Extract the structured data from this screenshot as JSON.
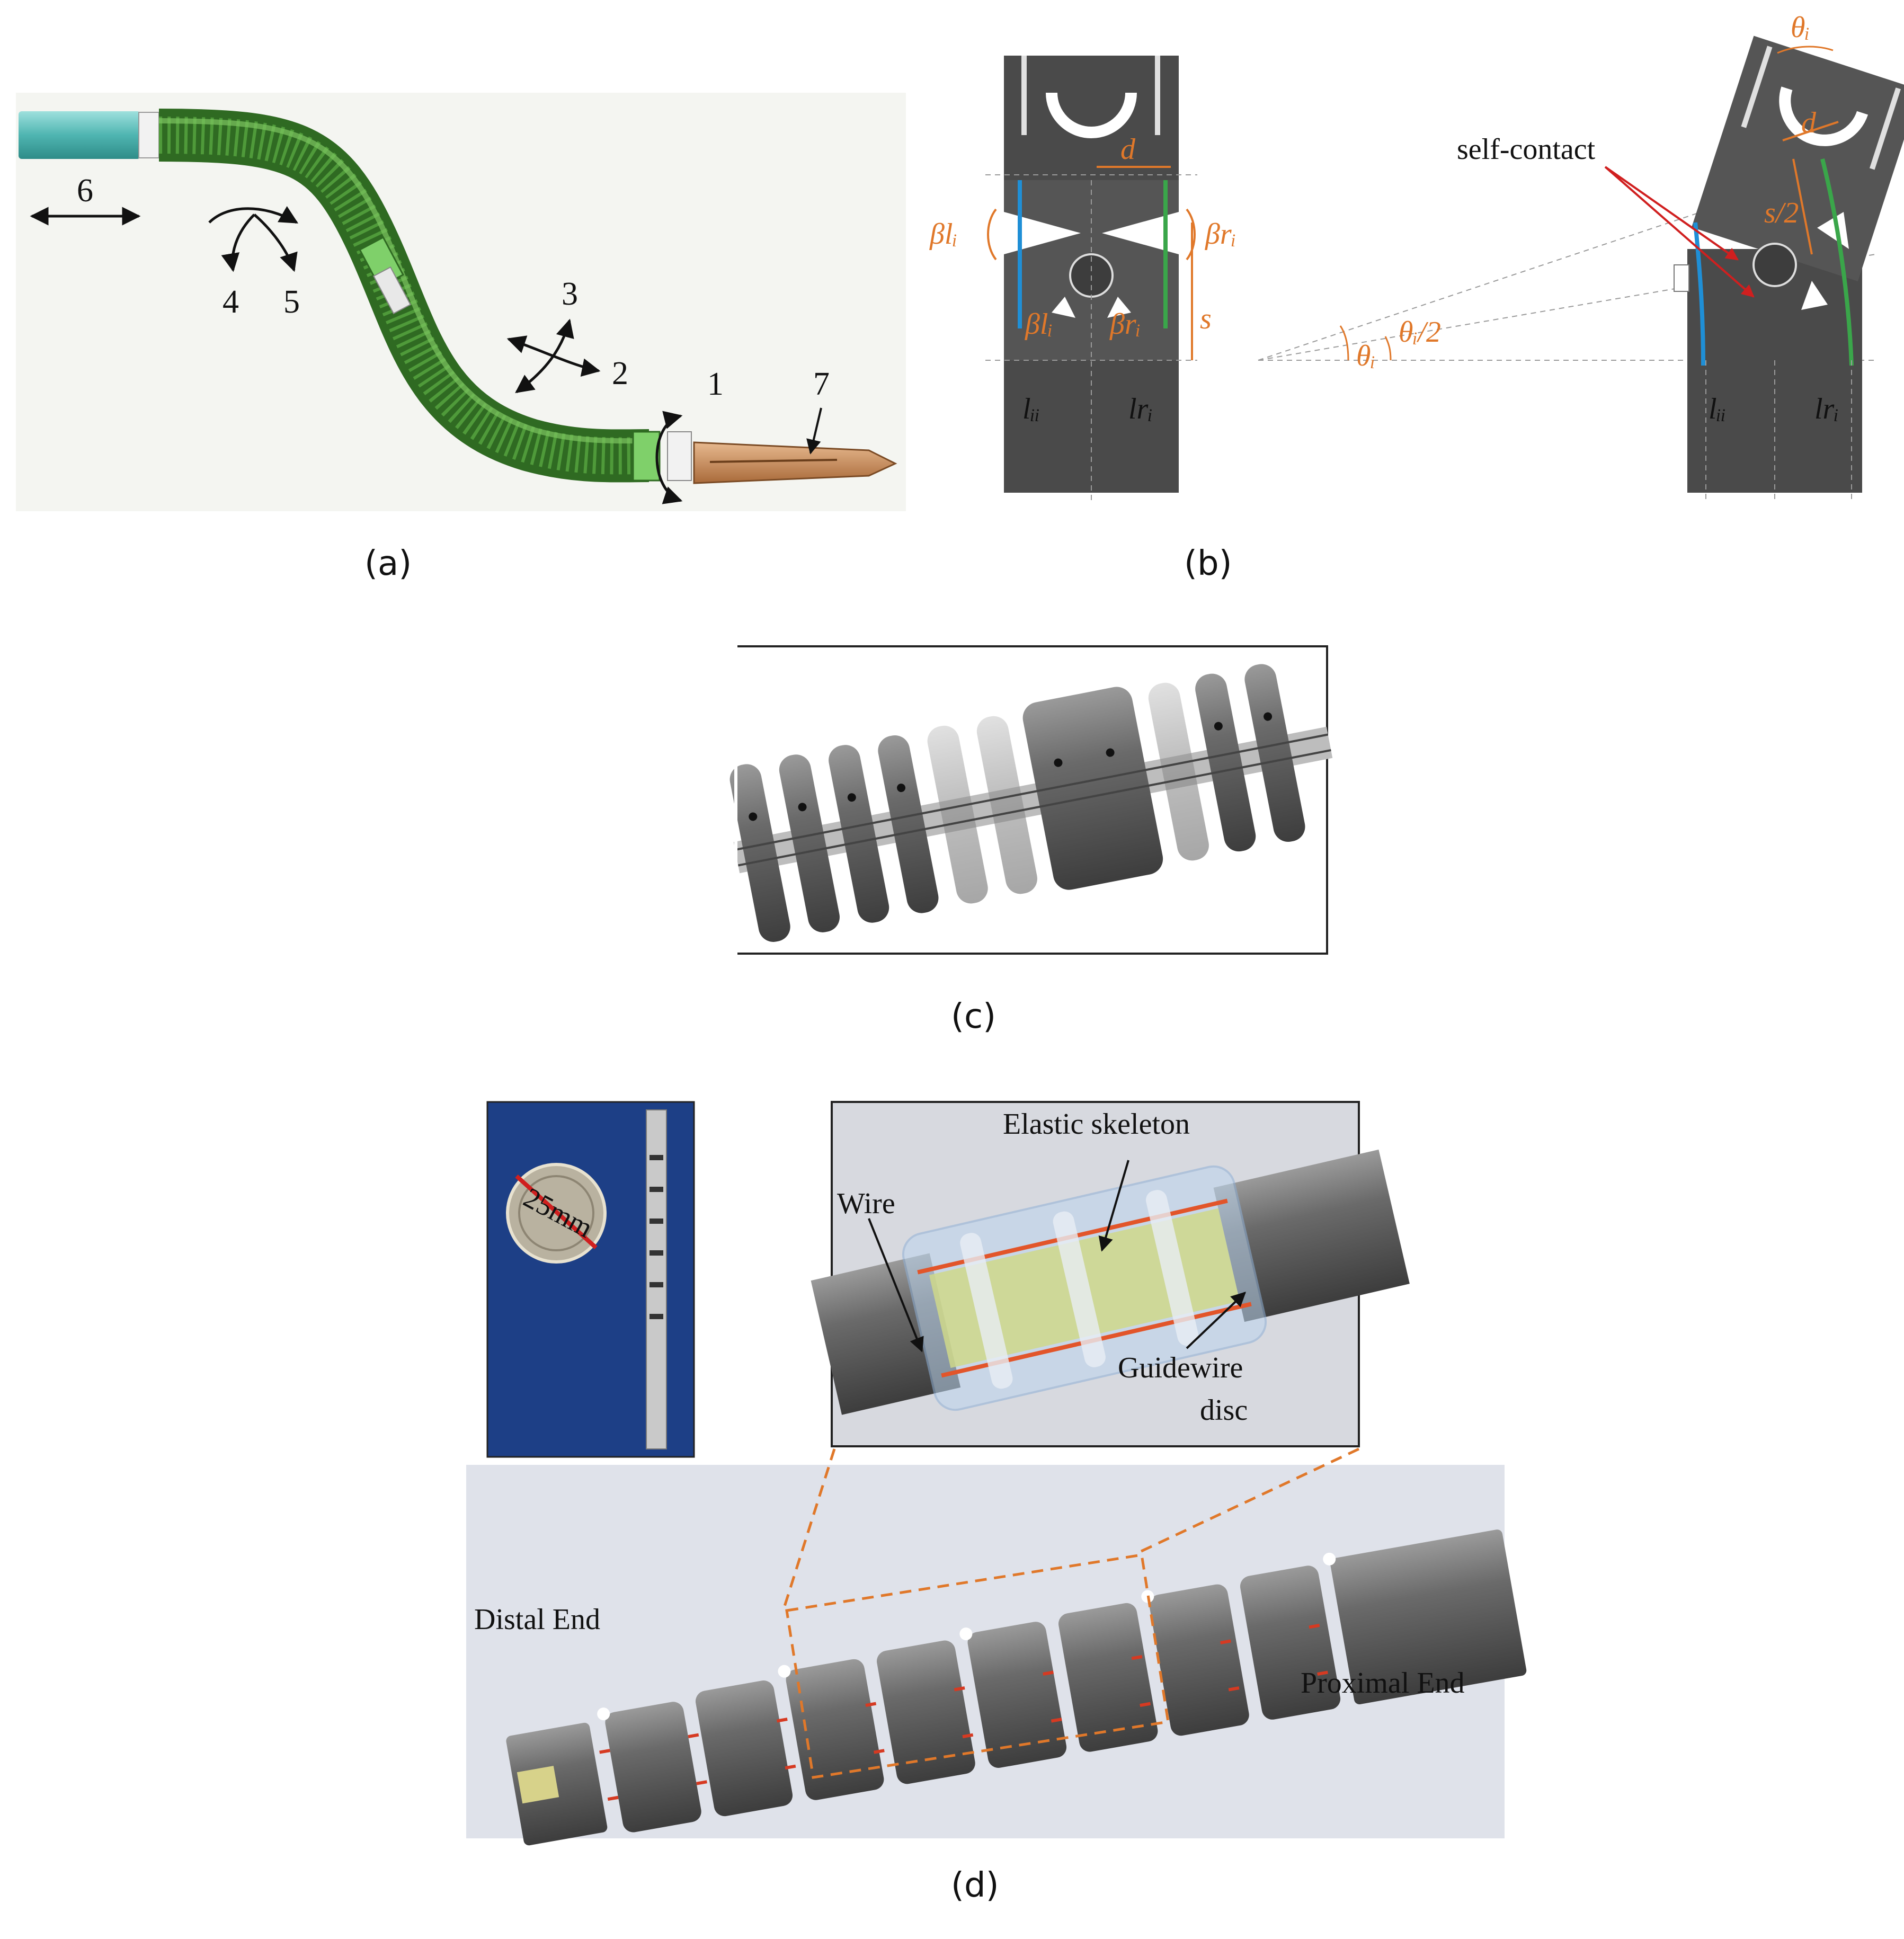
{
  "figure": {
    "panels": {
      "a": {
        "label": "(a)",
        "motion_numbers": [
          "1",
          "2",
          "3",
          "4",
          "5",
          "6",
          "7"
        ],
        "colors": {
          "tube": "#3f8f2e",
          "base": "#5ec3c0",
          "tip": "#c98b5a"
        }
      },
      "b": {
        "label": "(b)",
        "symbols": {
          "d": "d",
          "beta_l": "βlᵢ",
          "beta_r": "βrᵢ",
          "s": "s",
          "l_l": "lᵢᵢ",
          "l_r": "lrᵢ",
          "theta": "θᵢ",
          "theta_half": "θᵢ/2",
          "s_half": "s/2"
        },
        "self_contact": "self-contact",
        "colors": {
          "symbol": "#e0782a",
          "left_wire": "#1f8fd6",
          "right_wire": "#3aa64a",
          "arrow": "#d01f1f",
          "body": "#4a4a4a"
        }
      },
      "c": {
        "label": "(c)"
      },
      "d": {
        "label": "(d)",
        "coin_label": "25mm",
        "inset_labels": {
          "elastic_skeleton": "Elastic skeleton",
          "wire": "Wire",
          "guidewire_disc_1": "Guidewire",
          "guidewire_disc_2": "disc"
        },
        "end_labels": {
          "distal": "Distal End",
          "proximal": "Proximal End"
        },
        "colors": {
          "dash": "#e0782a",
          "photo_bg": "#1d3f86",
          "render_bg": "#dfe2ea"
        }
      }
    }
  }
}
